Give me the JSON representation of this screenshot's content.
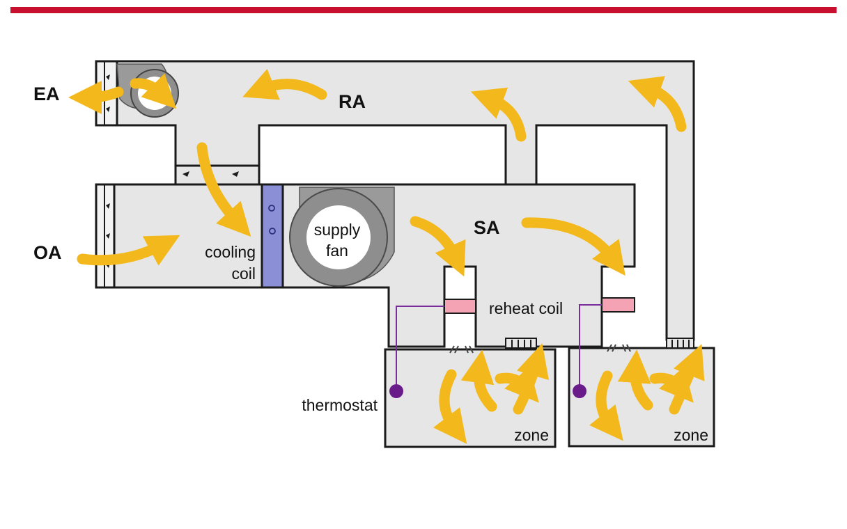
{
  "colors": {
    "header_bar": "#c8102e",
    "duct_fill": "#e6e6e6",
    "duct_stroke": "#1a1a1a",
    "airflow_arrow": "#f2b81c",
    "cooling_coil": "#8a8fd6",
    "reheat_coil": "#f4a3b5",
    "fan_ring": "#8e8e8e",
    "thermostat_dot": "#6a1b8a",
    "thermostat_wire": "#7a2d9a"
  },
  "labels": {
    "ea": "EA",
    "ra": "RA",
    "oa": "OA",
    "sa": "SA",
    "cooling_coil_line1": "cooling",
    "cooling_coil_line2": "coil",
    "supply_fan_line1": "supply",
    "supply_fan_line2": "fan",
    "reheat_coil": "reheat coil",
    "thermostat": "thermostat",
    "zone_1": "zone",
    "zone_2": "zone"
  },
  "icons": {
    "fan": "centrifugal-fan-icon",
    "damper": "damper-icon",
    "diffuser": "diffuser-icon",
    "thermostat": "thermostat-dot-icon",
    "arrow": "airflow-arrow-icon"
  }
}
